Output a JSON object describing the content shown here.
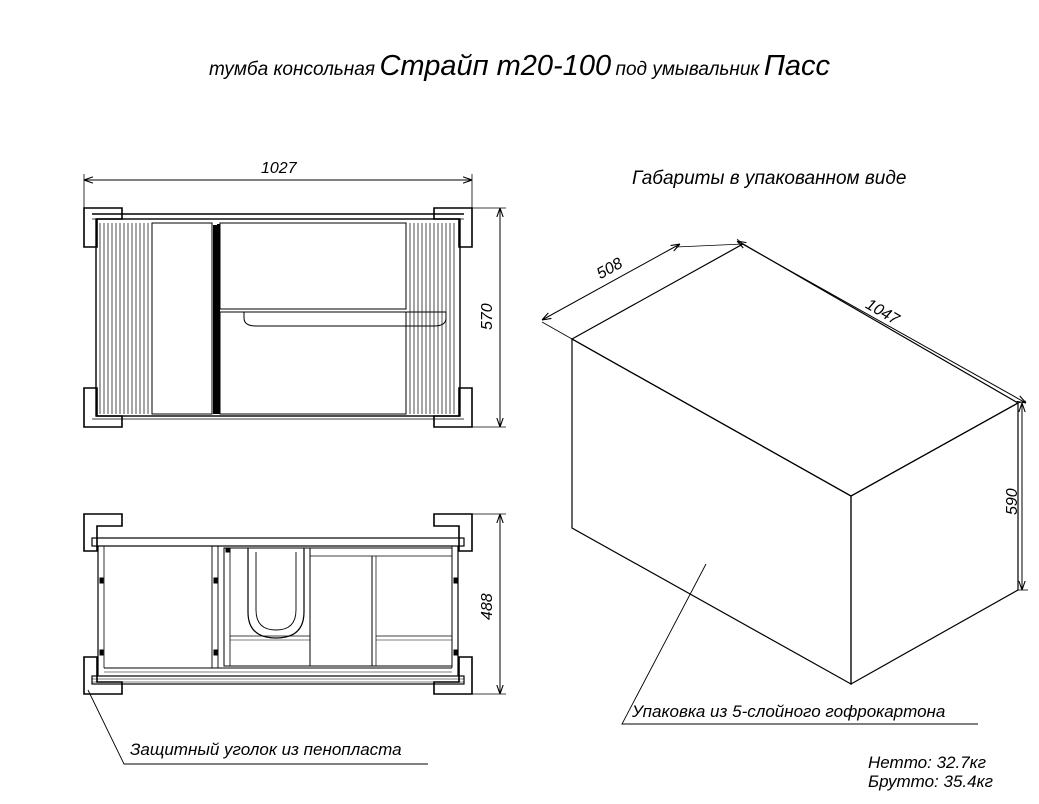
{
  "title": {
    "prefix": "тумба консольная",
    "model": "Страйп т20-100",
    "middle": "под умывальник",
    "basin": "Пасс"
  },
  "front_view": {
    "width_label": "1027",
    "height_label": "570"
  },
  "top_view": {
    "depth_label": "488",
    "callout_text": "Защитный уголок из пенопласта"
  },
  "package": {
    "heading": "Габариты в упакованном виде",
    "depth_label": "508",
    "length_label": "1047",
    "height_label": "590",
    "callout_text": "Упаковка из 5-слойного гофрокартона"
  },
  "weights": {
    "net": "Нетто: 32.7кг",
    "gross": "Брутто: 35.4кг"
  },
  "colors": {
    "line": "#000000",
    "fill": "#ffffff",
    "cabinet_gray": "#8f8f8f"
  }
}
